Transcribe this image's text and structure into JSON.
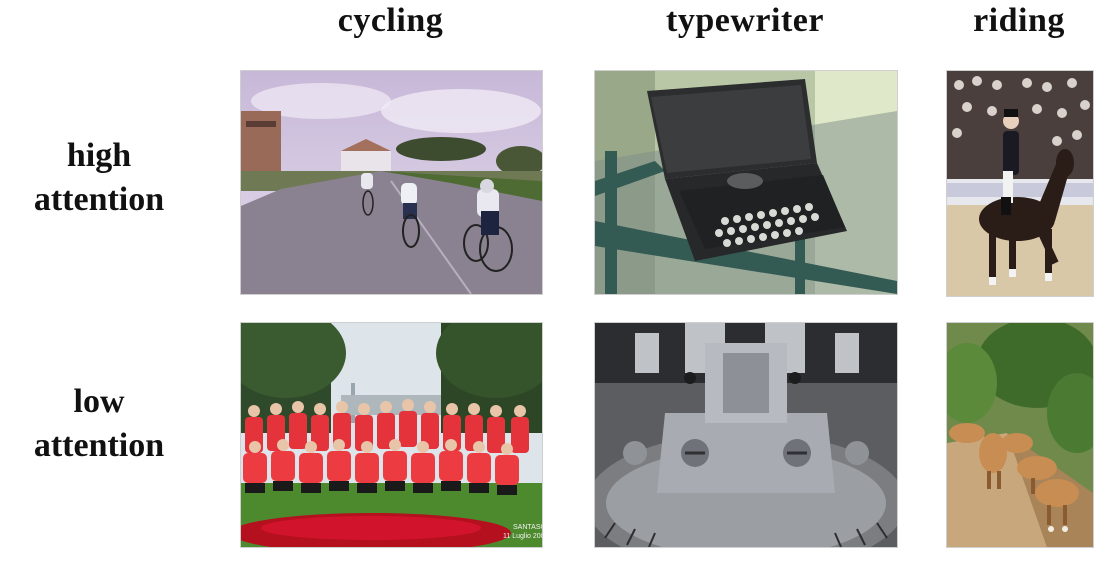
{
  "columns": [
    {
      "label": "cycling"
    },
    {
      "label": "typewriter"
    },
    {
      "label": "riding"
    }
  ],
  "rows": [
    {
      "line1": "high",
      "line2": "attention"
    },
    {
      "line1": "low",
      "line2": "attention"
    }
  ],
  "images": {
    "high_cycling": "cyclists racing on a road",
    "high_typewriter": "vintage typewriter in an open case",
    "high_riding": "dressage rider on a dark horse",
    "low_cycling": "group photo of cyclists in red jerseys",
    "low_typewriter": "close-up of typewriter metal mechanism",
    "low_riding": "horses walking down a dirt path"
  },
  "photo_caption": "SANTASO\n11 Luglio 200"
}
